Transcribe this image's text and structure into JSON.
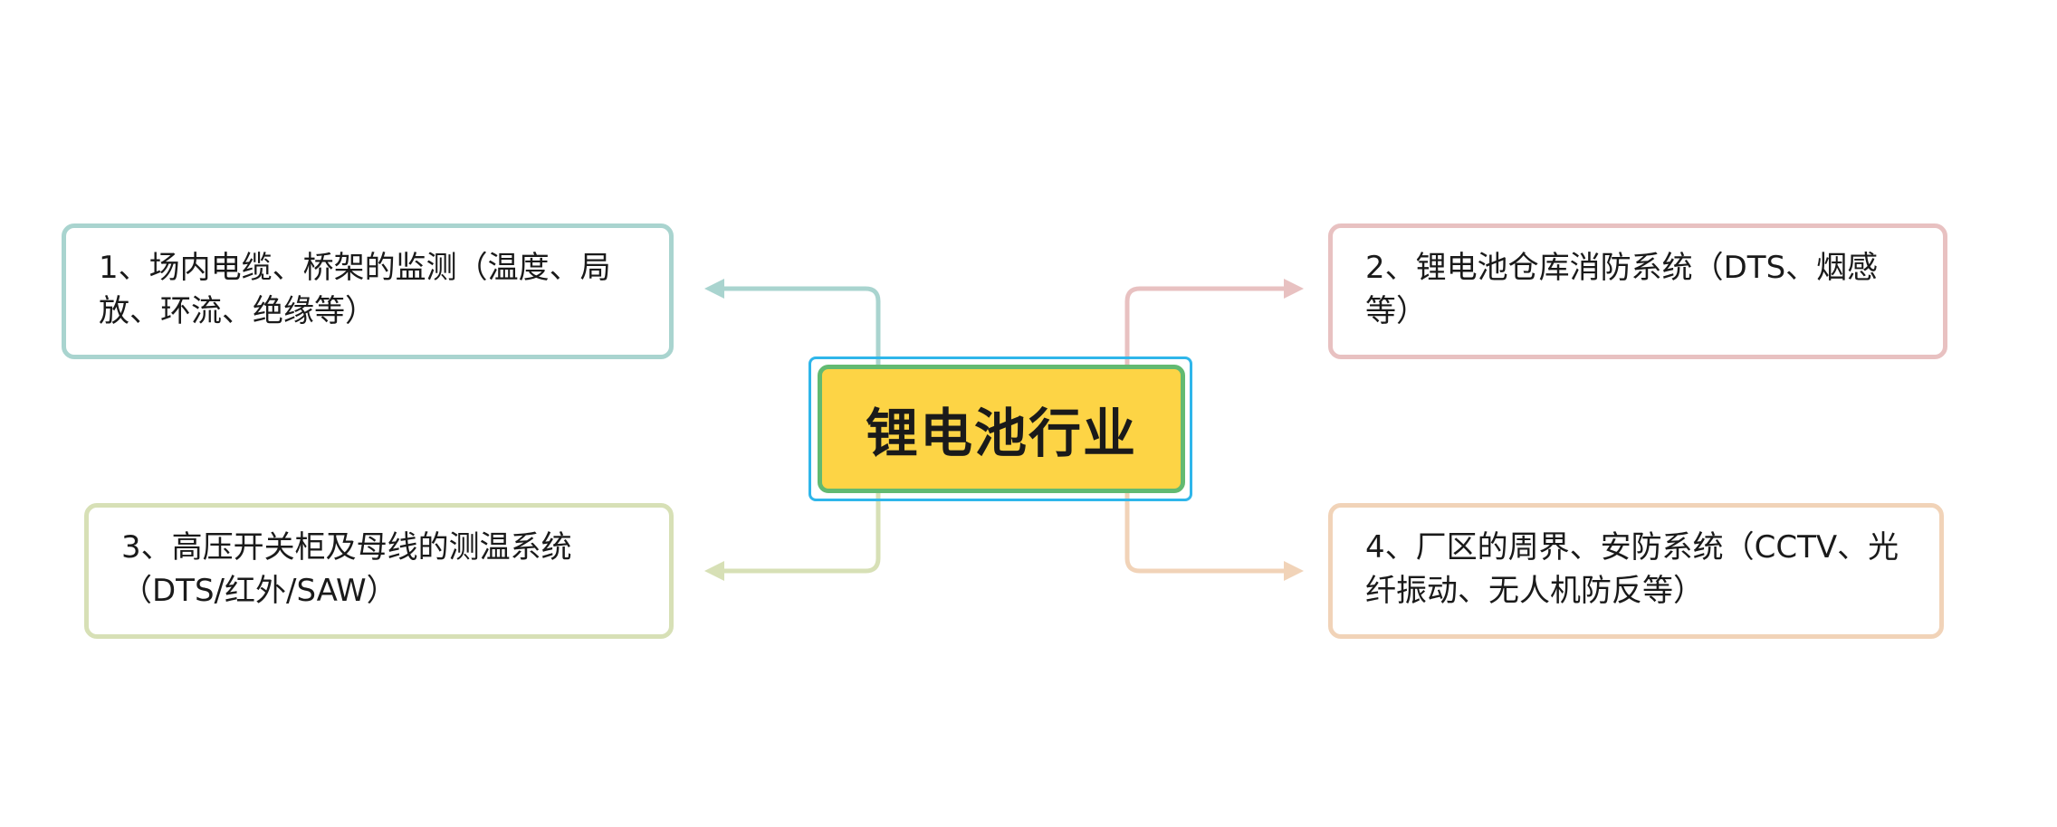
{
  "mindmap": {
    "central_topic": "锂电池行业",
    "branches": [
      {
        "id": "1",
        "text": "1、场内电缆、桥架的监测（温度、局放、环流、绝缘等）",
        "color": "#a9d4cf"
      },
      {
        "id": "2",
        "text": "2、锂电池仓库消防系统（DTS、烟感等）",
        "color": "#e8c1c1"
      },
      {
        "id": "3",
        "text": "3、高压开关柜及母线的测温系统（DTS/红外/SAW）",
        "color": "#d7e0b6"
      },
      {
        "id": "4",
        "text": "4、厂区的周界、安防系统（CCTV、光纤振动、无人机防反等）",
        "color": "#f1d3b8"
      }
    ]
  },
  "colors": {
    "central_fill": "#fdd445",
    "central_border": "#62ba71",
    "selection_outline": "#2fb6ea"
  }
}
